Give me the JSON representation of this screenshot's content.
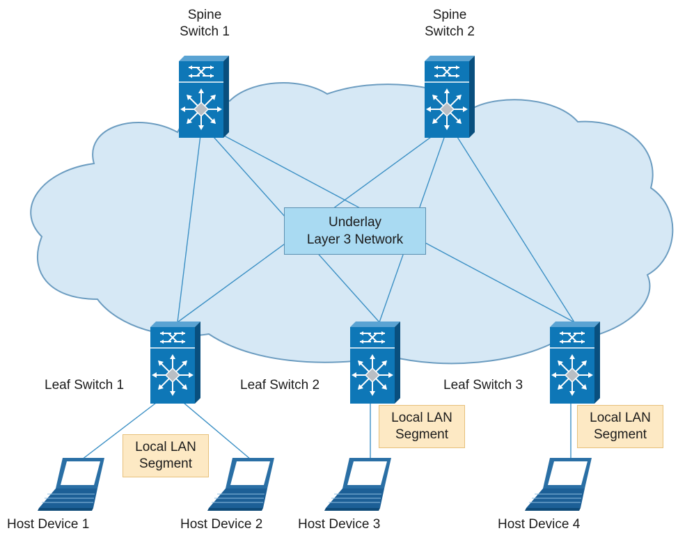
{
  "diagram": {
    "underlay": {
      "line1": "Underlay",
      "line2": "Layer 3 Network"
    },
    "spines": [
      {
        "line1": "Spine",
        "line2": "Switch 1"
      },
      {
        "line1": "Spine",
        "line2": "Switch 2"
      }
    ],
    "leaves": [
      {
        "label": "Leaf Switch 1"
      },
      {
        "label": "Leaf Switch 2"
      },
      {
        "label": "Leaf Switch 3"
      }
    ],
    "lan_segments": [
      {
        "line1": "Local LAN",
        "line2": "Segment"
      },
      {
        "line1": "Local LAN",
        "line2": "Segment"
      },
      {
        "line1": "Local LAN",
        "line2": "Segment"
      }
    ],
    "hosts": [
      {
        "label": "Host Device 1"
      },
      {
        "label": "Host Device 2"
      },
      {
        "label": "Host Device 3"
      },
      {
        "label": "Host Device 4"
      }
    ],
    "colors": {
      "cloud_fill": "#d6e8f5",
      "cloud_stroke": "#6b9cc0",
      "switch_blue": "#0e77b7",
      "link_line": "#3a8fc4",
      "underlay_fill": "#a9daf2",
      "lan_fill": "#fde9c4"
    }
  }
}
